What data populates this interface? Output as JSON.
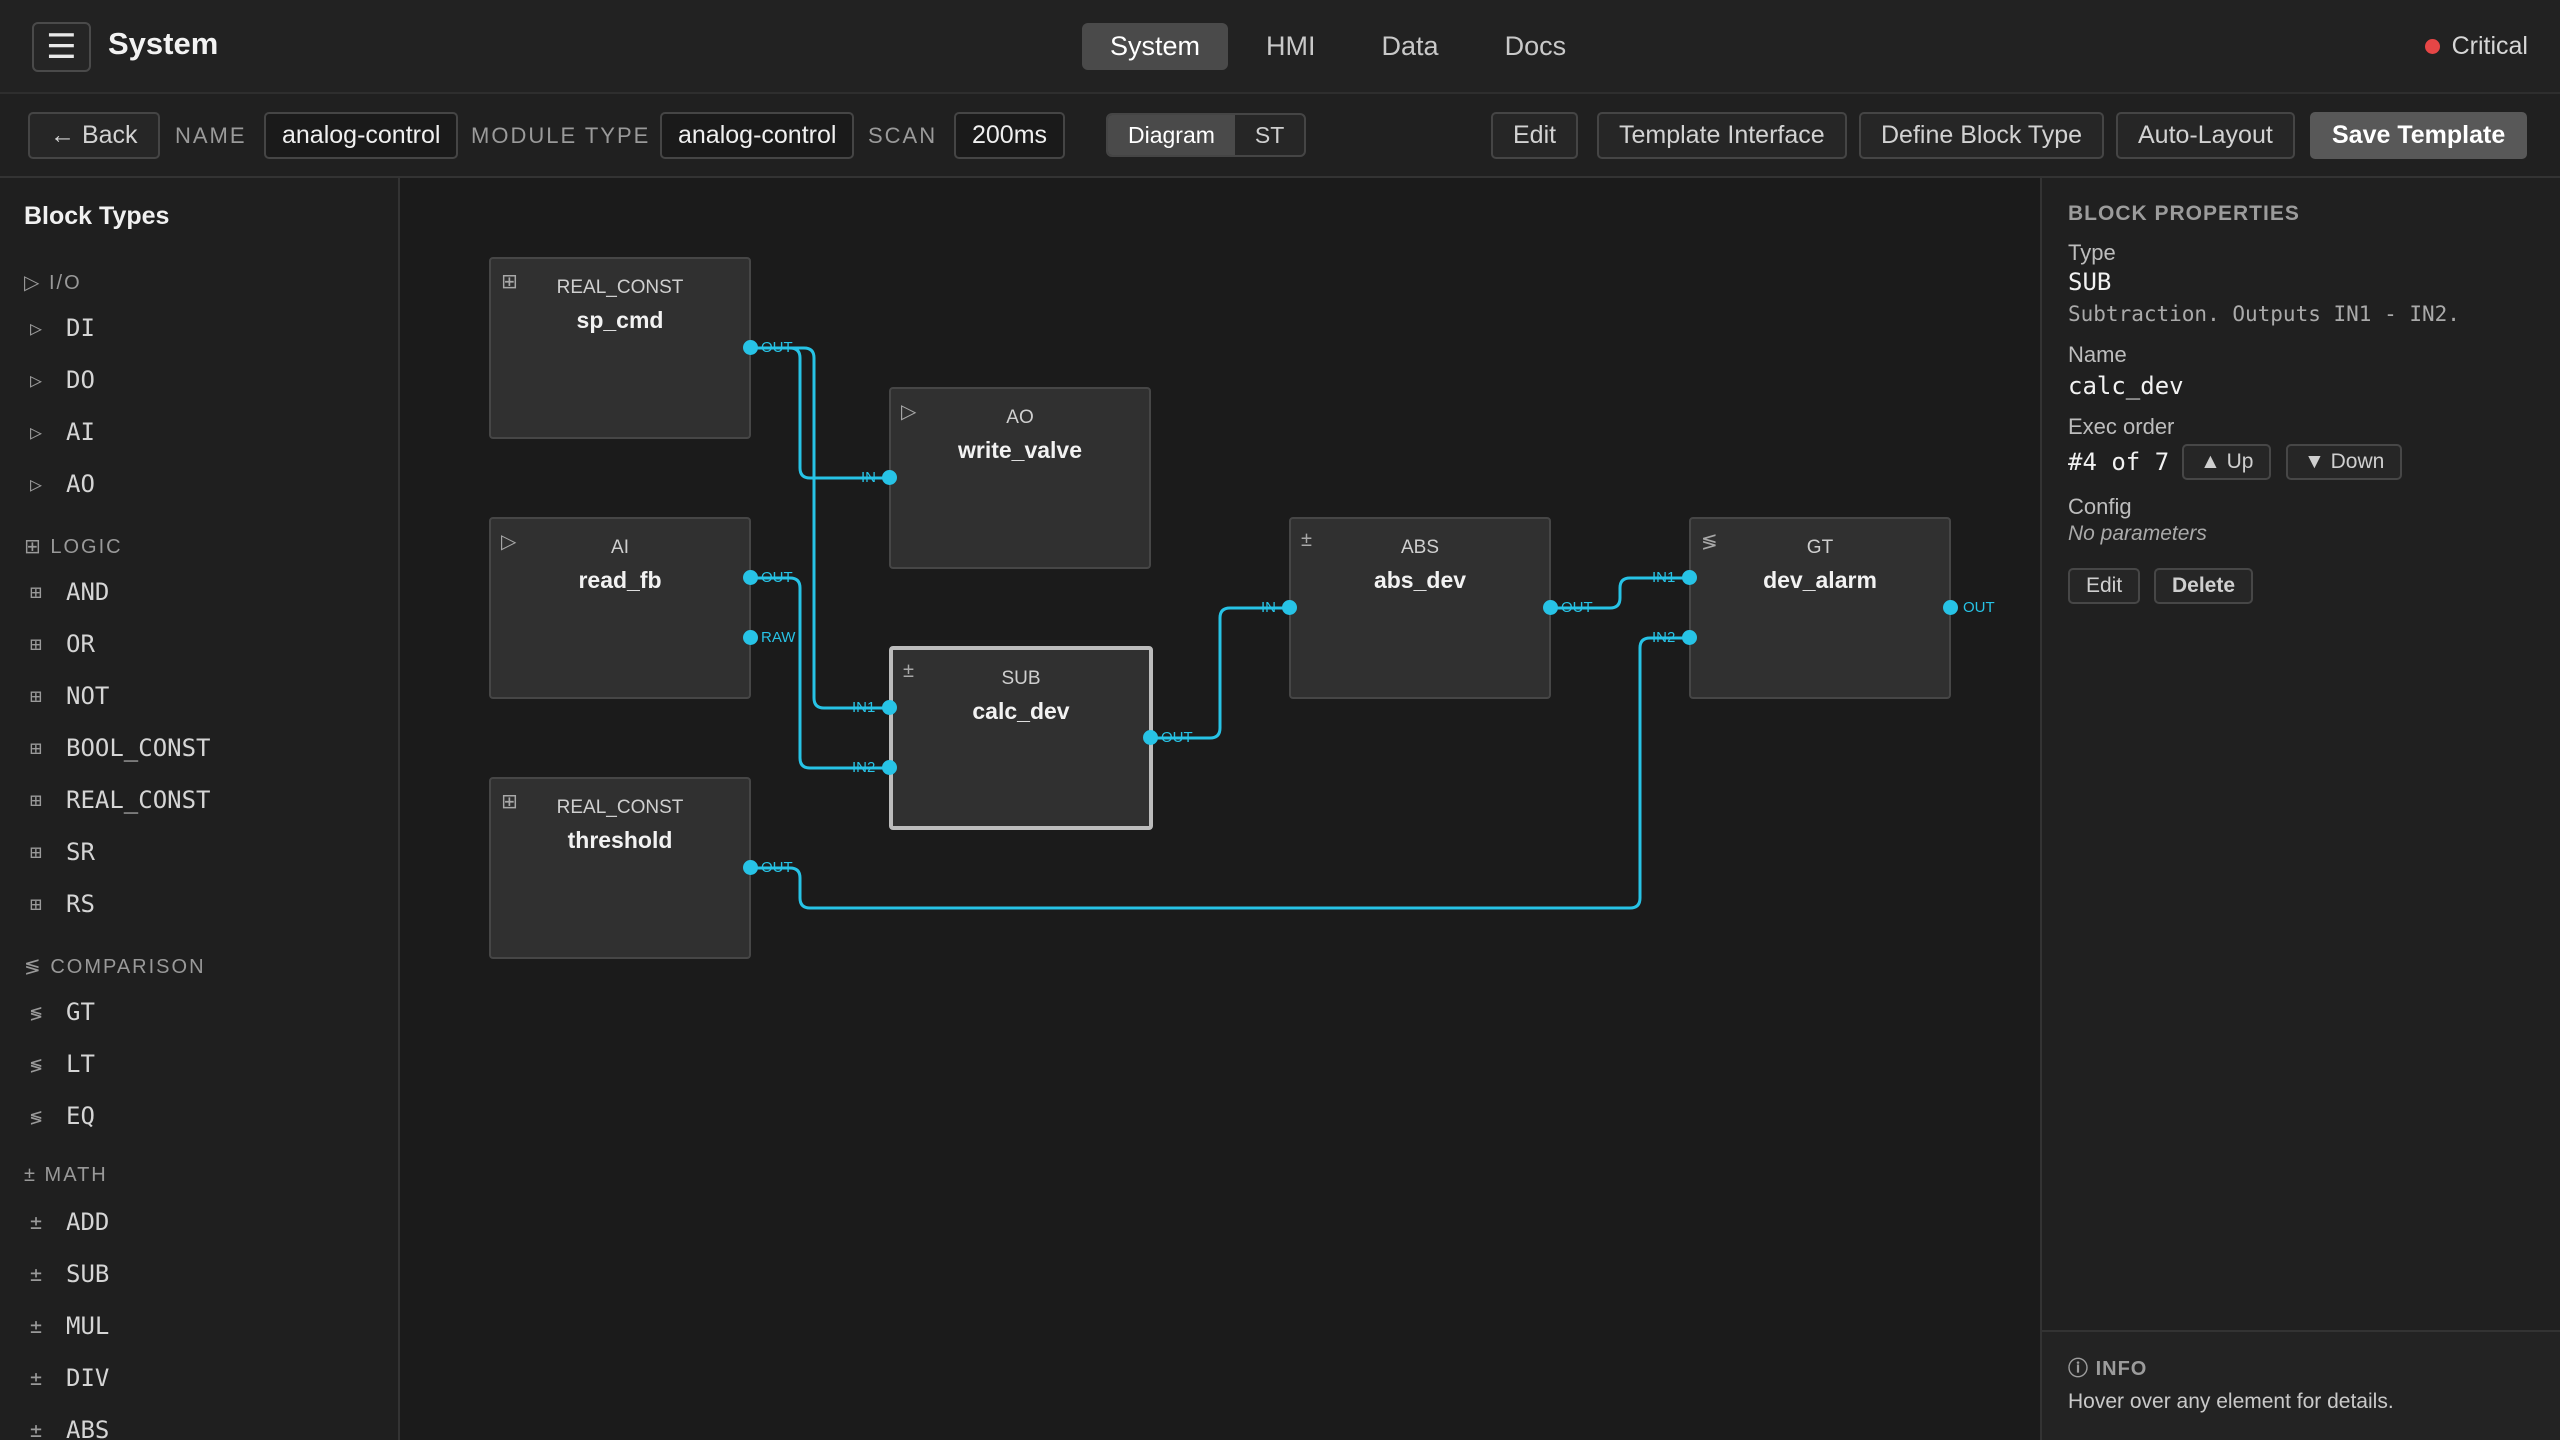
{
  "header": {
    "title": "System",
    "menu_icon": "☰",
    "tabs": [
      "System",
      "HMI",
      "Data",
      "Docs"
    ],
    "active_tab": "System",
    "status": {
      "label": "Critical",
      "color": "#e64646"
    }
  },
  "toolbar": {
    "back": "← Back",
    "name_label": "NAME",
    "name_value": "analog-control",
    "module_type_label": "MODULE TYPE",
    "module_type_value": "analog-control",
    "scan_label": "SCAN",
    "scan_value": "200ms",
    "views": [
      "Diagram",
      "ST"
    ],
    "active_view": "Diagram",
    "edit": "Edit",
    "template_interface": "Template Interface",
    "define_block_type": "Define Block Type",
    "auto_layout": "Auto-Layout",
    "save_template": "Save Template"
  },
  "sidebar": {
    "title": "Block Types",
    "categories": [
      {
        "icon": "▷",
        "name": "I/O",
        "items": [
          "DI",
          "DO",
          "AI",
          "AO"
        ]
      },
      {
        "icon": "⊞",
        "name": "LOGIC",
        "items": [
          "AND",
          "OR",
          "NOT",
          "BOOL_CONST",
          "REAL_CONST",
          "SR",
          "RS"
        ]
      },
      {
        "icon": "≶",
        "name": "COMPARISON",
        "items": [
          "GT",
          "LT",
          "EQ"
        ]
      },
      {
        "icon": "±",
        "name": "MATH",
        "items": [
          "ADD",
          "SUB",
          "MUL",
          "DIV",
          "ABS"
        ]
      }
    ]
  },
  "diagram": {
    "wire_color": "#27c3e6",
    "blocks": [
      {
        "id": "sp_cmd",
        "type": "REAL_CONST",
        "name": "sp_cmd",
        "icon": "⊞",
        "inputs": [],
        "outputs": [
          "OUT"
        ]
      },
      {
        "id": "write_valve",
        "type": "AO",
        "name": "write_valve",
        "icon": "▷",
        "inputs": [
          "IN"
        ],
        "outputs": []
      },
      {
        "id": "read_fb",
        "type": "AI",
        "name": "read_fb",
        "icon": "▷",
        "inputs": [],
        "outputs": [
          "OUT",
          "RAW"
        ]
      },
      {
        "id": "calc_dev",
        "type": "SUB",
        "name": "calc_dev",
        "icon": "±",
        "inputs": [
          "IN1",
          "IN2"
        ],
        "outputs": [
          "OUT"
        ],
        "selected": true
      },
      {
        "id": "threshold",
        "type": "REAL_CONST",
        "name": "threshold",
        "icon": "⊞",
        "inputs": [],
        "outputs": [
          "OUT"
        ]
      },
      {
        "id": "abs_dev",
        "type": "ABS",
        "name": "abs_dev",
        "icon": "±",
        "inputs": [
          "IN"
        ],
        "outputs": [
          "OUT"
        ]
      },
      {
        "id": "dev_alarm",
        "type": "GT",
        "name": "dev_alarm",
        "icon": "≶",
        "inputs": [
          "IN1",
          "IN2"
        ],
        "outputs": [
          "OUT"
        ]
      }
    ],
    "connections": [
      [
        "sp_cmd.OUT",
        "write_valve.IN"
      ],
      [
        "sp_cmd.OUT",
        "calc_dev.IN1"
      ],
      [
        "read_fb.OUT",
        "calc_dev.IN2"
      ],
      [
        "calc_dev.OUT",
        "abs_dev.IN"
      ],
      [
        "abs_dev.OUT",
        "dev_alarm.IN1"
      ],
      [
        "threshold.OUT",
        "dev_alarm.IN2"
      ]
    ]
  },
  "properties": {
    "heading": "BLOCK PROPERTIES",
    "type_label": "Type",
    "type_value": "SUB",
    "type_desc": "Subtraction. Outputs IN1 - IN2.",
    "name_label": "Name",
    "name_value": "calc_dev",
    "exec_label": "Exec order",
    "exec_value": "#4 of 7",
    "up": "▲ Up",
    "down": "▼ Down",
    "config_label": "Config",
    "config_value": "No parameters",
    "edit": "Edit",
    "delete": "Delete"
  },
  "info": {
    "icon": "ⓘ",
    "heading": "INFO",
    "text": "Hover over any element for details."
  }
}
